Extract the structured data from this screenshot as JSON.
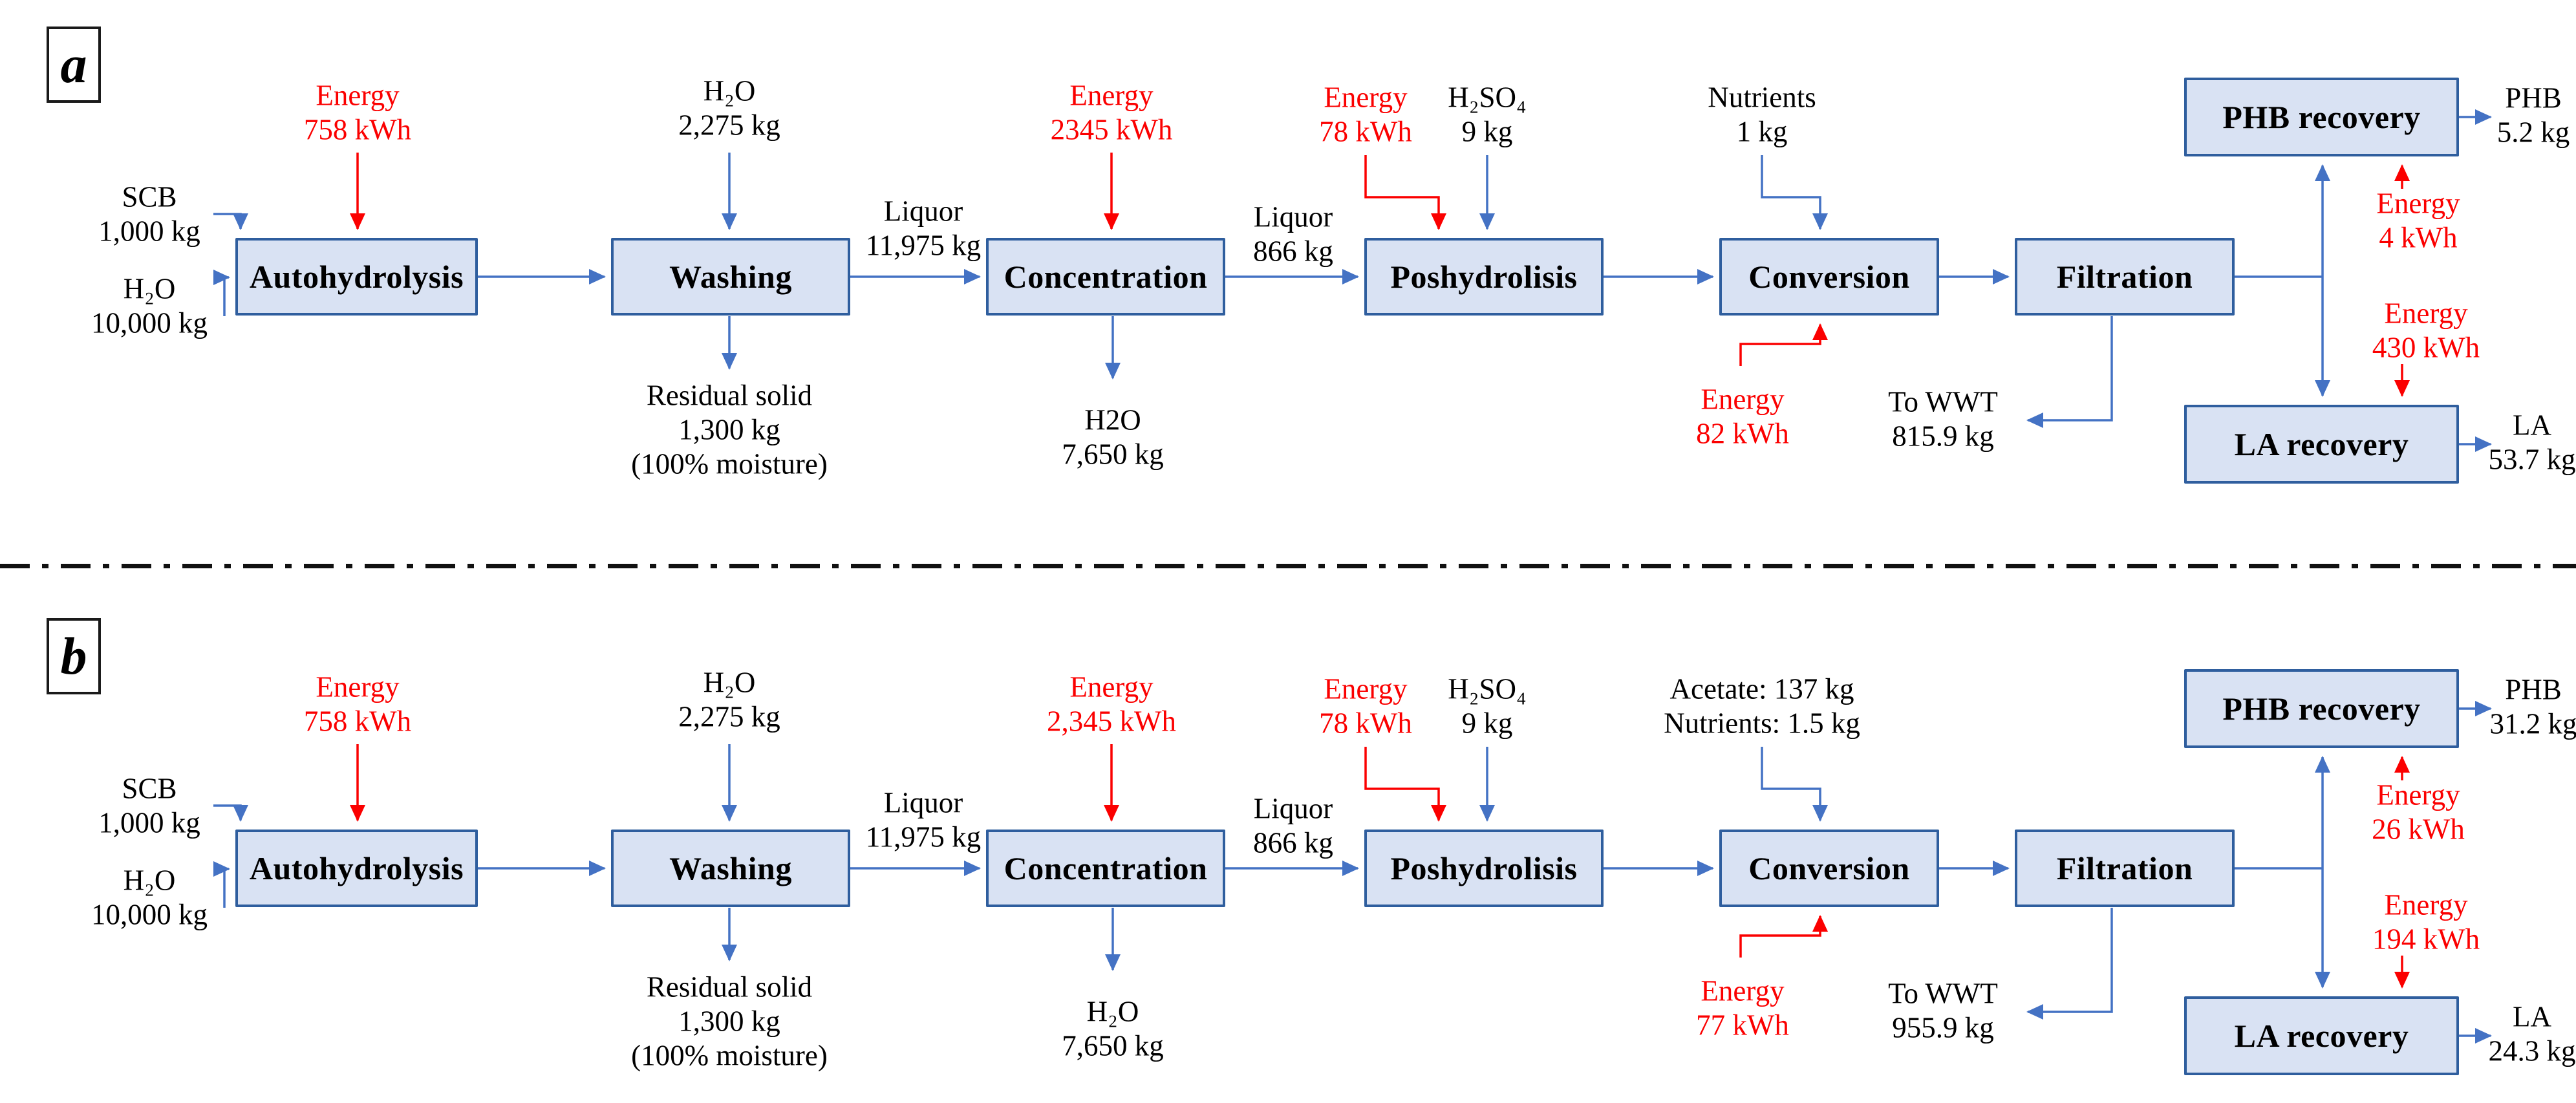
{
  "figure": {
    "description": "Process flow diagrams of SCB biorefinery scenarios a and b",
    "colors": {
      "box_fill": "#d9e2f3",
      "box_border": "#2f5e9e",
      "flow_blue": "#4472c4",
      "energy_red": "#fb0000",
      "text_black": "#000000"
    },
    "panels": [
      {
        "label": "a",
        "boxes": {
          "autohydrolysis": "Autohydrolysis",
          "washing": "Washing",
          "concentration": "Concentration",
          "poshydrolisis": "Poshydrolisis",
          "conversion": "Conversion",
          "filtration": "Filtration",
          "phb_recovery": "PHB recovery",
          "la_recovery": "LA recovery"
        },
        "annotations": {
          "scb": [
            "SCB",
            "1,000 kg"
          ],
          "water_autohydrolysis": [
            "H₂O",
            "10,000 kg"
          ],
          "energy_autohydrolysis": [
            "Energy",
            "758 kWh"
          ],
          "water_washing": [
            "H₂O",
            "2,275 kg"
          ],
          "residual_solid": [
            "Residual solid",
            "1,300 kg",
            "(100% moisture)"
          ],
          "liquor_washing": [
            "Liquor",
            "11,975 kg"
          ],
          "energy_concentration": [
            "Energy",
            "2345 kWh"
          ],
          "water_concentration_out": [
            "H2O",
            "7,650 kg"
          ],
          "liquor_concentration": [
            "Liquor",
            "866 kg"
          ],
          "energy_poshydrolisis": [
            "Energy",
            "78 kWh"
          ],
          "sulfuric_acid": [
            "H₂SO₄",
            "9 kg"
          ],
          "conversion_feed": [
            "Nutrients",
            "1 kg"
          ],
          "energy_conversion": [
            "Energy",
            "82 kWh"
          ],
          "wwt": [
            "To WWT",
            "815.9 kg"
          ],
          "energy_phb": [
            "Energy",
            "4 kWh"
          ],
          "energy_la": [
            "Energy",
            "430 kWh"
          ],
          "phb_out": [
            "PHB",
            "5.2 kg"
          ],
          "la_out": [
            "LA",
            "53.7 kg"
          ]
        }
      },
      {
        "label": "b",
        "boxes": {
          "autohydrolysis": "Autohydrolysis",
          "washing": "Washing",
          "concentration": "Concentration",
          "poshydrolisis": "Poshydrolisis",
          "conversion": "Conversion",
          "filtration": "Filtration",
          "phb_recovery": "PHB recovery",
          "la_recovery": "LA recovery"
        },
        "annotations": {
          "scb": [
            "SCB",
            "1,000 kg"
          ],
          "water_autohydrolysis": [
            "H₂O",
            "10,000 kg"
          ],
          "energy_autohydrolysis": [
            "Energy",
            "758 kWh"
          ],
          "water_washing": [
            "H₂O",
            "2,275 kg"
          ],
          "residual_solid": [
            "Residual solid",
            "1,300 kg",
            "(100% moisture)"
          ],
          "liquor_washing": [
            "Liquor",
            "11,975 kg"
          ],
          "energy_concentration": [
            "Energy",
            "2,345 kWh"
          ],
          "water_concentration_out": [
            "H₂O",
            "7,650 kg"
          ],
          "liquor_concentration": [
            "Liquor",
            "866 kg"
          ],
          "energy_poshydrolisis": [
            "Energy",
            "78 kWh"
          ],
          "sulfuric_acid": [
            "H₂SO₄",
            "9 kg"
          ],
          "conversion_feed": [
            "Acetate: 137 kg",
            "Nutrients: 1.5 kg"
          ],
          "energy_conversion": [
            "Energy",
            "77 kWh"
          ],
          "wwt": [
            "To WWT",
            "955.9 kg"
          ],
          "energy_phb": [
            "Energy",
            "26 kWh"
          ],
          "energy_la": [
            "Energy",
            "194 kWh"
          ],
          "phb_out": [
            "PHB",
            "31.2 kg"
          ],
          "la_out": [
            "LA",
            "24.3 kg"
          ]
        }
      }
    ]
  }
}
